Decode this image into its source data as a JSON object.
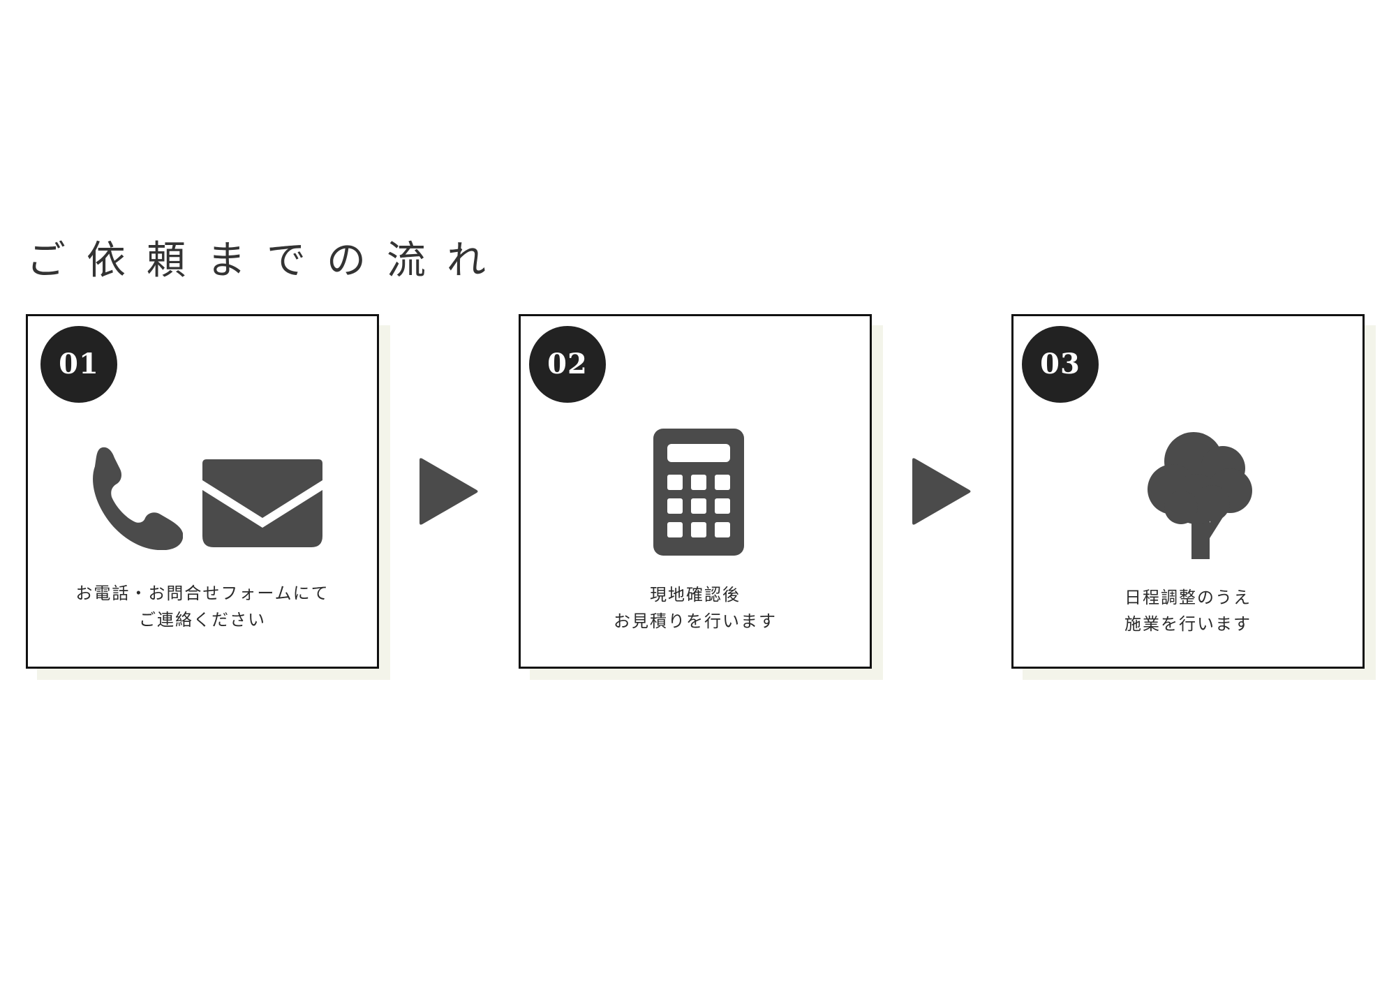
{
  "title": "ご依頼までの流れ",
  "steps": [
    {
      "number": "01",
      "icons": [
        "phone-icon",
        "envelope-icon"
      ],
      "lines": [
        "お電話・お問合せフォームにて",
        "ご連絡ください"
      ]
    },
    {
      "number": "02",
      "icons": [
        "calculator-icon"
      ],
      "lines": [
        "現地確認後",
        "お見積りを行います"
      ]
    },
    {
      "number": "03",
      "icons": [
        "tree-icon"
      ],
      "lines": [
        "日程調整のうえ",
        "施業を行います"
      ]
    }
  ],
  "colors": {
    "icon": "#4b4b4b",
    "badge": "#222222",
    "border": "#111111",
    "shadow": "#f3f4ea"
  }
}
